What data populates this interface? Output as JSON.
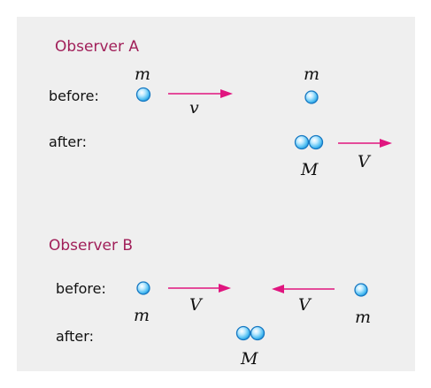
{
  "observer_a": {
    "heading": "Observer A",
    "before_label": "before:",
    "after_label": "after:",
    "mass_small_1": "m",
    "mass_small_2": "m",
    "velocity_before": "v",
    "mass_combined": "M",
    "velocity_after": "V"
  },
  "observer_b": {
    "heading": "Observer B",
    "before_label": "before:",
    "after_label": "after:",
    "mass_left": "m",
    "mass_right": "m",
    "velocity_left": "V",
    "velocity_right": "V",
    "mass_combined": "M"
  },
  "colors": {
    "heading": "#a1205a",
    "arrow": "#e0157f",
    "ball_edge": "#1678c2",
    "ball_fill": "#5ec8f5",
    "panel_background": "#efefef"
  }
}
